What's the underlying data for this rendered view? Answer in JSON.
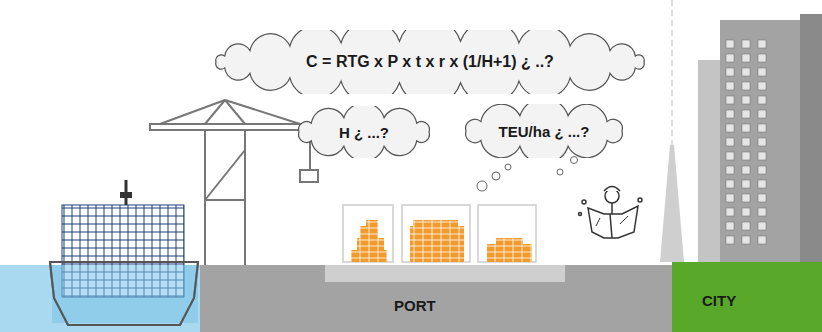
{
  "diagram": {
    "nodes": [
      {
        "text": [
          "C = RTG x P x t x r x (1/H+1) ¿ ..?"
        ]
      },
      {
        "text": [
          "H ¿ ...?"
        ]
      },
      {
        "text": [
          "TEU/ha ¿ ...?"
        ]
      },
      {
        "text": [
          "PORT"
        ]
      },
      {
        "text": [
          "CITY"
        ]
      }
    ]
  }
}
